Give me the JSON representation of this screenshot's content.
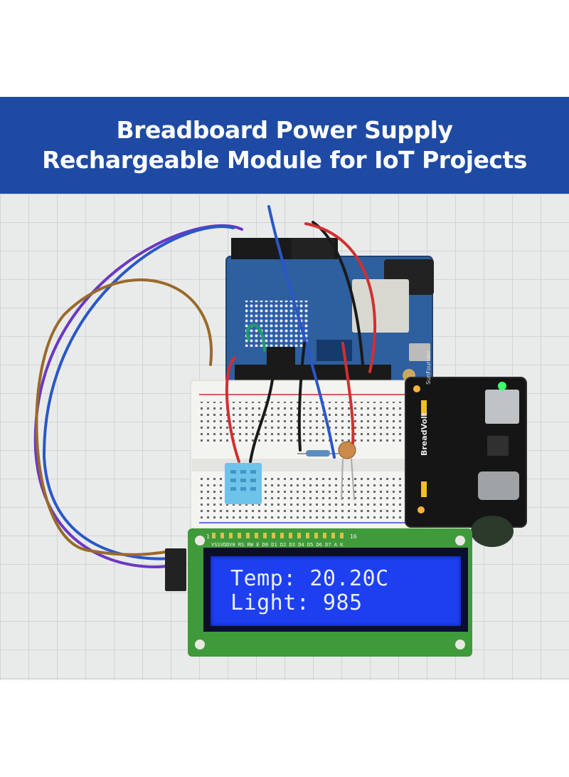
{
  "banner": {
    "title_line_1": "Breadboard Power Supply",
    "title_line_2": "Rechargeable Module for IoT Projects",
    "background_color": "#1e4aa3"
  },
  "lcd": {
    "line_1": "Temp: 20.20C",
    "line_2": "Light: 985",
    "pin_labels": "VSSVDDV0 RS RW E  D0 D1 D2 D3 D4 D5 D6 D7 A  K",
    "pin_first": "1",
    "pin_last": "16"
  },
  "module": {
    "brand": "SunFounder",
    "name": "BreadVolt"
  }
}
